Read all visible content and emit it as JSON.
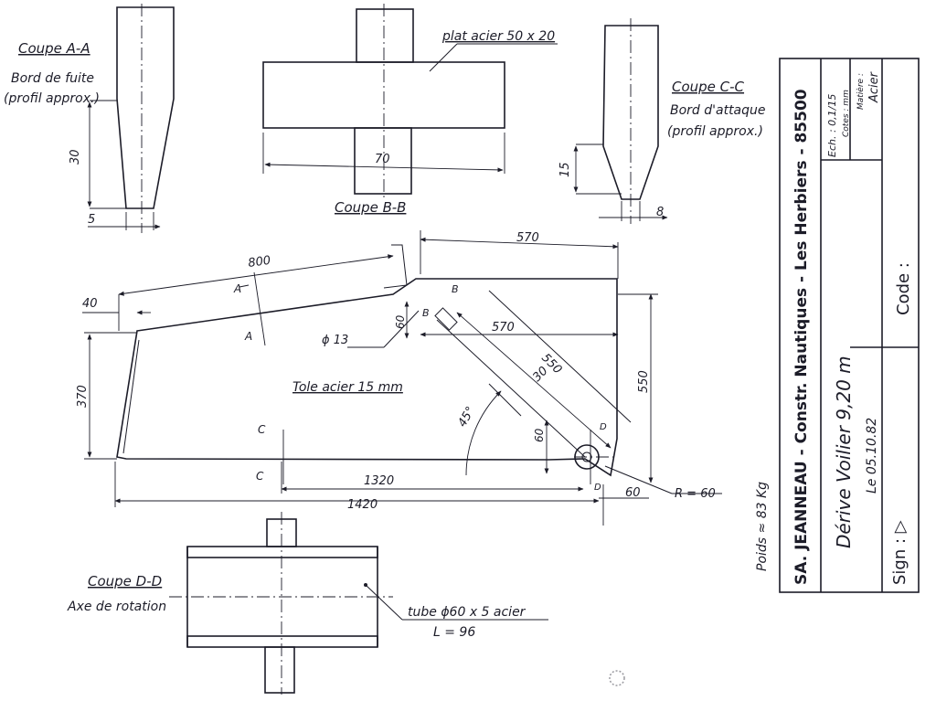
{
  "section_aa": {
    "title": "Coupe A-A",
    "desc_line1": "Bord de fuite",
    "desc_line2": "(profil approx.)",
    "dim_height": "30",
    "dim_width": "5"
  },
  "section_bb": {
    "title": "Coupe B-B",
    "plate_label": "plat acier 50 x 20",
    "dim_width": "70"
  },
  "section_cc": {
    "title": "Coupe C-C",
    "desc_line1": "Bord d'attaque",
    "desc_line2": "(profil approx.)",
    "dim_height": "15",
    "dim_width": "8"
  },
  "main_view": {
    "material_label": "Tole acier 15 mm",
    "weight_label": "Poids ≈ 83 Kg",
    "dims": {
      "d800": "800",
      "d570_top": "570",
      "d40": "40",
      "d60_mid": "60",
      "d_phi13": "ϕ 13",
      "d570_mid": "570",
      "d550_diag": "550",
      "d30": "30",
      "d370": "370",
      "d550_right": "550",
      "d45": "45°",
      "d60_low": "60",
      "d1320": "1320",
      "d1420": "1420",
      "d60_right": "60",
      "r60": "R = 60"
    },
    "section_marks": {
      "a_top": "A",
      "a_bottom": "A",
      "b_top": "B",
      "b_bottom": "B",
      "c_top": "C",
      "c_bottom": "C",
      "d_top": "D",
      "d_bottom": "D"
    }
  },
  "section_dd": {
    "title": "Coupe D-D",
    "subtitle": "Axe de rotation",
    "tube_label": "tube ϕ60 x 5 acier",
    "length_label": "L = 96"
  },
  "title_block": {
    "company": "SA. JEANNEAU - Constr. Nautiques - Les Herbiers - 85500",
    "scale_label": "Ech. : 0,1/15",
    "units_label": "Cotes : mm",
    "material_label": "Matière :",
    "material_value": "Acier",
    "drawing_title": "Dérive Voilier 9,20 m",
    "code_label": "Code :",
    "date_label": "Le 05.10.82",
    "sign_label": "Sign : ▷"
  }
}
